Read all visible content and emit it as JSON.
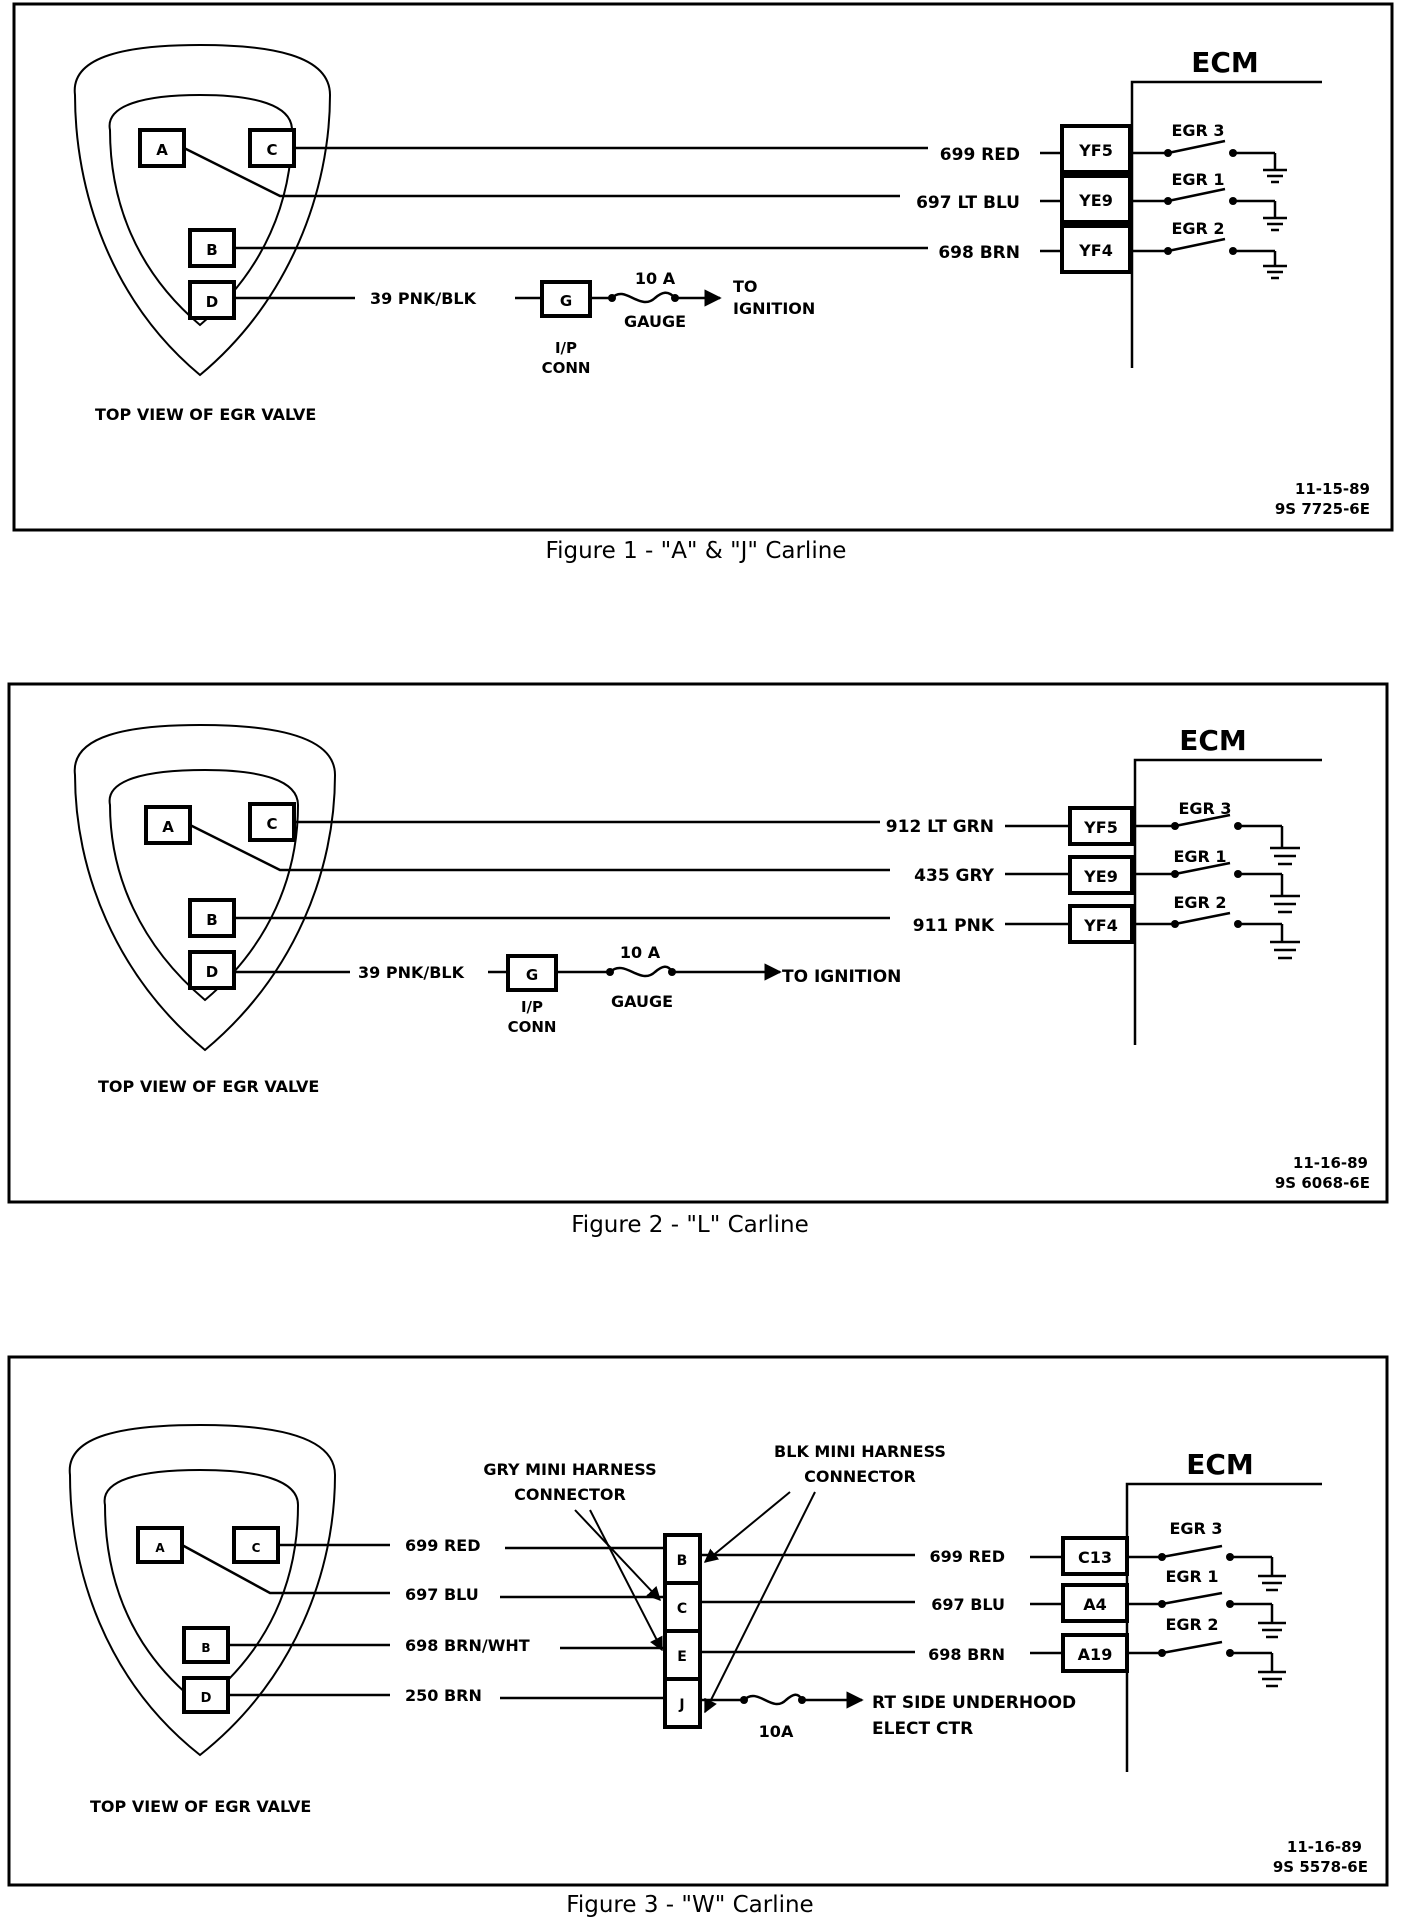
{
  "fig1": {
    "ecm": "ECM",
    "pins": [
      "A",
      "C",
      "B",
      "D"
    ],
    "wires": [
      "699 RED",
      "697 LT BLU",
      "698 BRN",
      "39 PNK/BLK"
    ],
    "ecm_pins": [
      "YF5",
      "YE9",
      "YF4"
    ],
    "egr": [
      "EGR 3",
      "EGR 1",
      "EGR 2"
    ],
    "ip_pin": "G",
    "ip_conn": [
      "I/P",
      "CONN"
    ],
    "fuse_amp": "10 A",
    "fuse_name": "GAUGE",
    "to_ignition": [
      "TO",
      "IGNITION"
    ],
    "top_view": "TOP VIEW OF EGR VALVE",
    "date": "11-15-89",
    "code": "9S 7725-6E",
    "caption": "Figure 1 - \"A\" & \"J\" Carline"
  },
  "fig2": {
    "ecm": "ECM",
    "pins": [
      "A",
      "C",
      "B",
      "D"
    ],
    "wires": [
      "912 LT GRN",
      "435 GRY",
      "911 PNK",
      "39 PNK/BLK"
    ],
    "ecm_pins": [
      "YF5",
      "YE9",
      "YF4"
    ],
    "egr": [
      "EGR 3",
      "EGR 1",
      "EGR 2"
    ],
    "ip_pin": "G",
    "ip_conn": [
      "I/P",
      "CONN"
    ],
    "fuse_amp": "10 A",
    "fuse_name": "GAUGE",
    "to_ignition": "TO IGNITION",
    "top_view": "TOP VIEW OF EGR VALVE",
    "date": "11-16-89",
    "code": "9S 6068-6E",
    "caption": "Figure 2 - \"L\" Carline"
  },
  "fig3": {
    "ecm": "ECM",
    "pins": [
      "A",
      "C",
      "B",
      "D"
    ],
    "wires_left": [
      "699 RED",
      "697 BLU",
      "698 BRN/WHT",
      "250 BRN"
    ],
    "wires_right": [
      "699 RED",
      "697 BLU",
      "698 BRN"
    ],
    "harness_pins": [
      "B",
      "C",
      "E",
      "J"
    ],
    "gry_harness": [
      "GRY MINI HARNESS",
      "CONNECTOR"
    ],
    "blk_harness": [
      "BLK MINI HARNESS",
      "CONNECTOR"
    ],
    "ecm_pins": [
      "C13",
      "A4",
      "A19"
    ],
    "egr": [
      "EGR 3",
      "EGR 1",
      "EGR 2"
    ],
    "fuse_amp": "10A",
    "rt_side": [
      "RT SIDE UNDERHOOD",
      "ELECT CTR"
    ],
    "top_view": "TOP VIEW OF EGR VALVE",
    "date": "11-16-89",
    "code": "9S 5578-6E",
    "caption": "Figure 3 - \"W\" Carline"
  }
}
